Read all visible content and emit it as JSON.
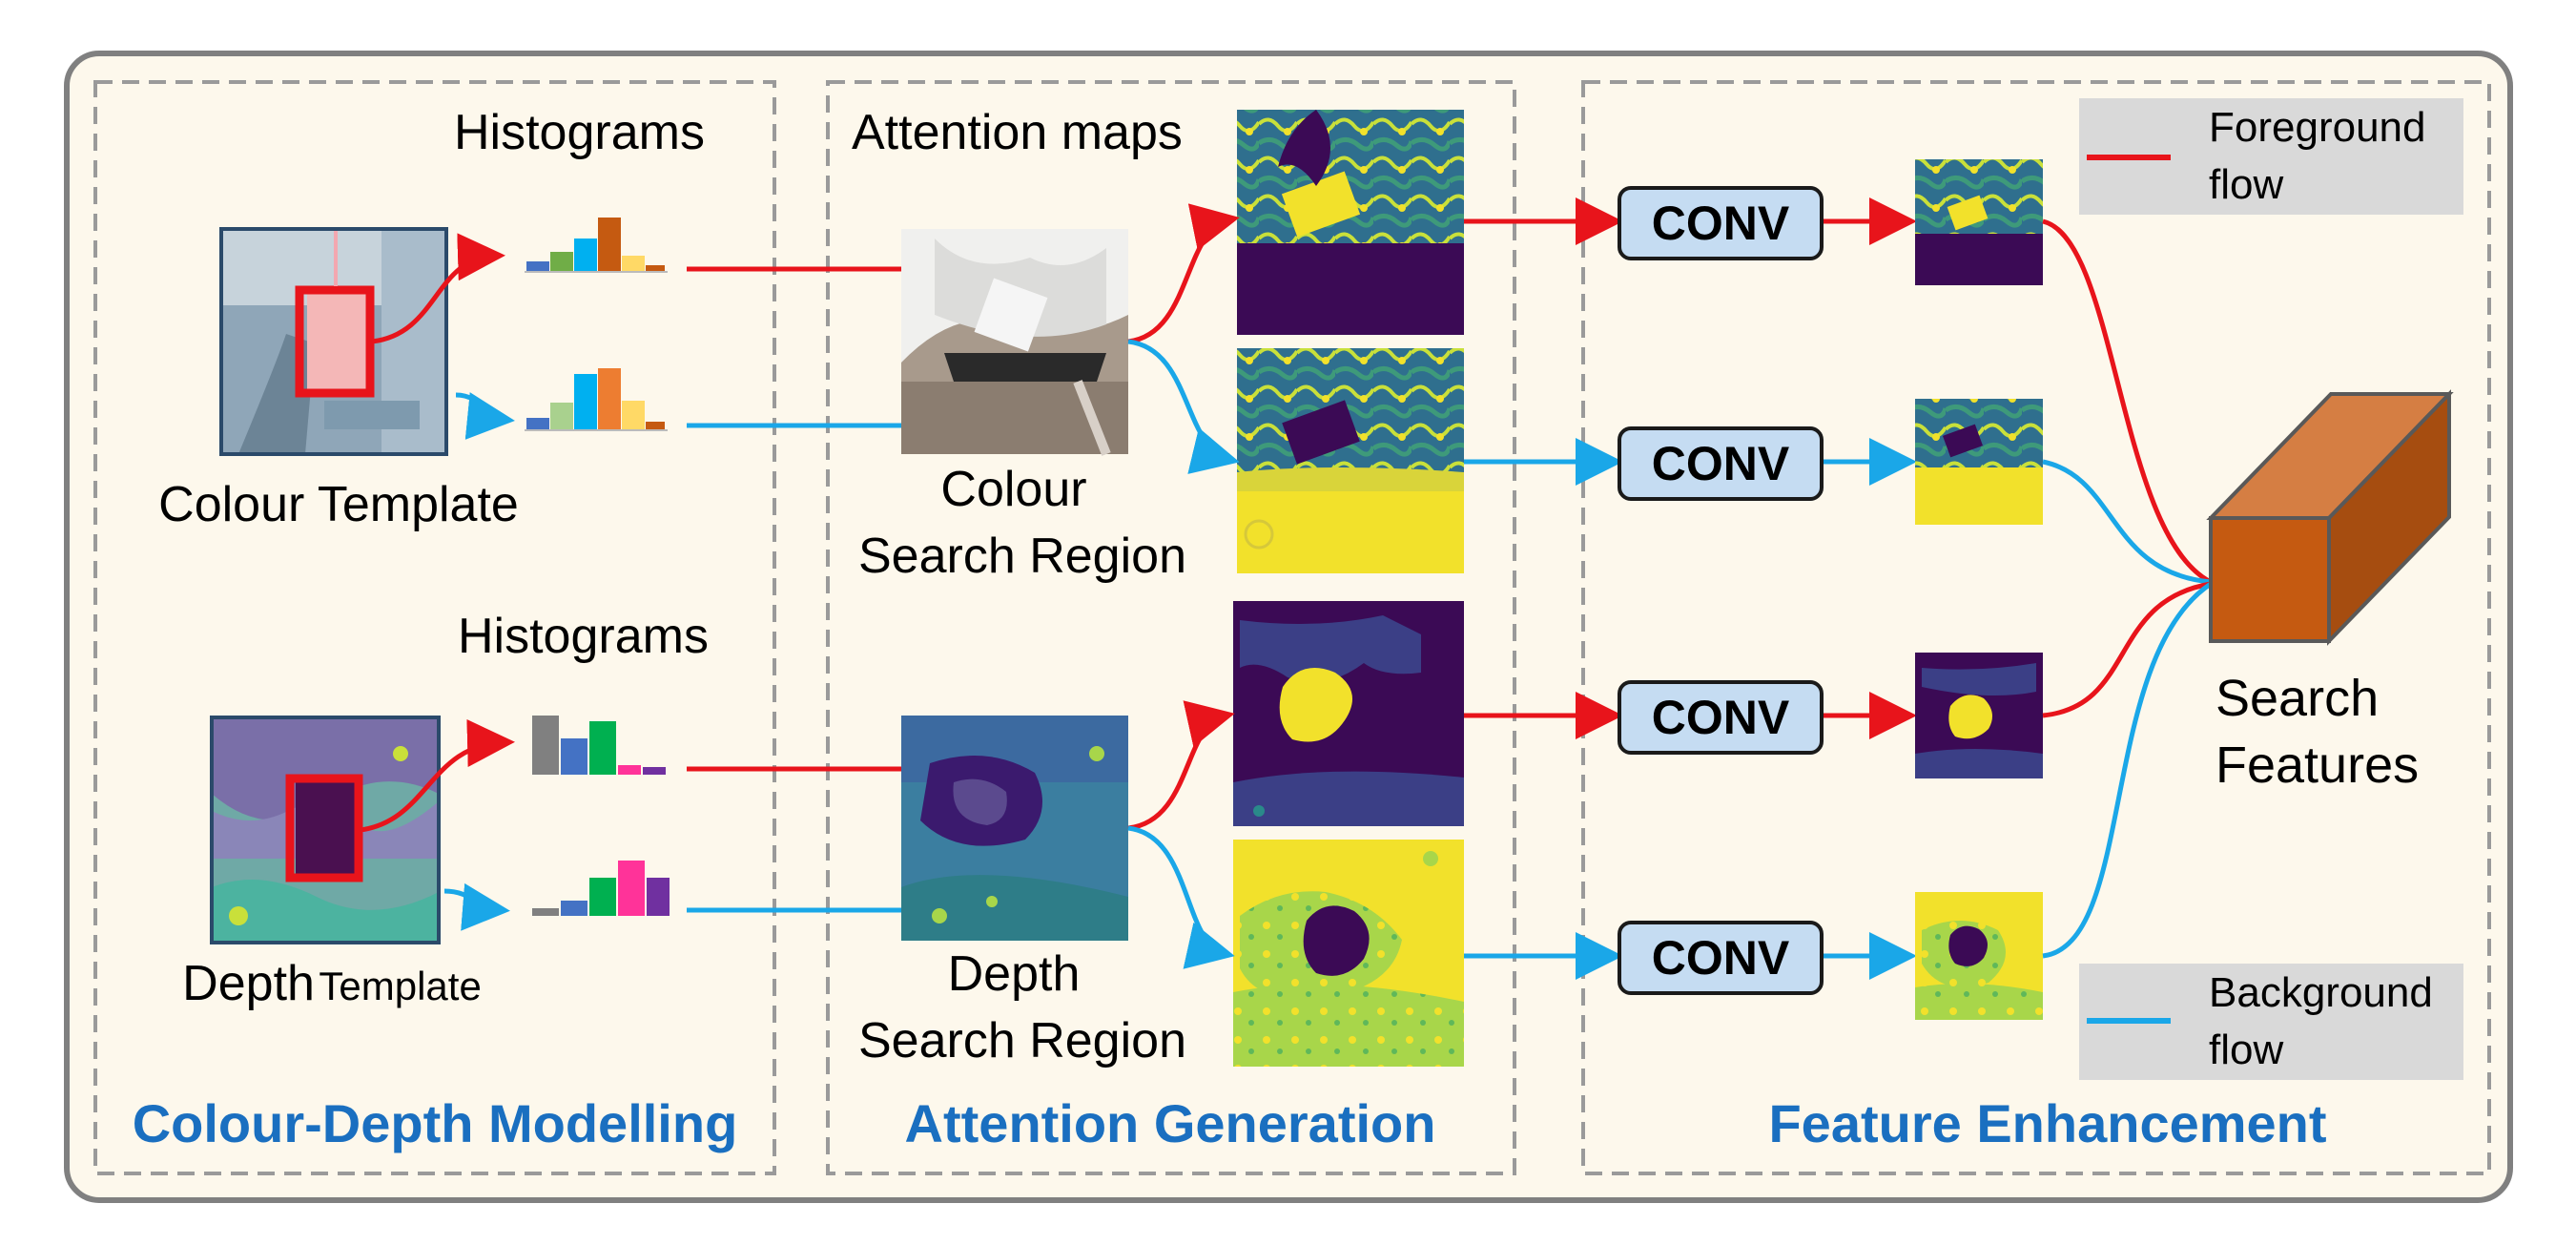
{
  "sections": {
    "modelling": "Colour-Depth Modelling",
    "attention": "Attention Generation",
    "enhancement": "Feature Enhancement"
  },
  "labels": {
    "histograms_top": "Histograms",
    "histograms_bottom": "Histograms",
    "attention_maps": "Attention maps",
    "colour_template": "Colour Template",
    "depth_template_big": "Depth",
    "depth_template_small": "Template",
    "colour_search_1": "Colour",
    "colour_search_2": "Search Region",
    "depth_search_1": "Depth",
    "depth_search_2": "Search Region",
    "search_features_1": "Search",
    "search_features_2": "Features"
  },
  "conv_blocks": [
    "CONV",
    "CONV",
    "CONV",
    "CONV"
  ],
  "legend": {
    "foreground": [
      "Foreground",
      "flow"
    ],
    "background": [
      "Background",
      "flow"
    ]
  },
  "colors": {
    "foreground_flow": "#e8141b",
    "background_flow": "#1aa7e8",
    "section_title": "#1a6fc0",
    "panel_bg": "#fdf8ec",
    "conv_fill": "#c5dcf2",
    "cube_front": "#c55a11",
    "map_dark": "#3b0a55",
    "map_yellow": "#f2e12b"
  }
}
